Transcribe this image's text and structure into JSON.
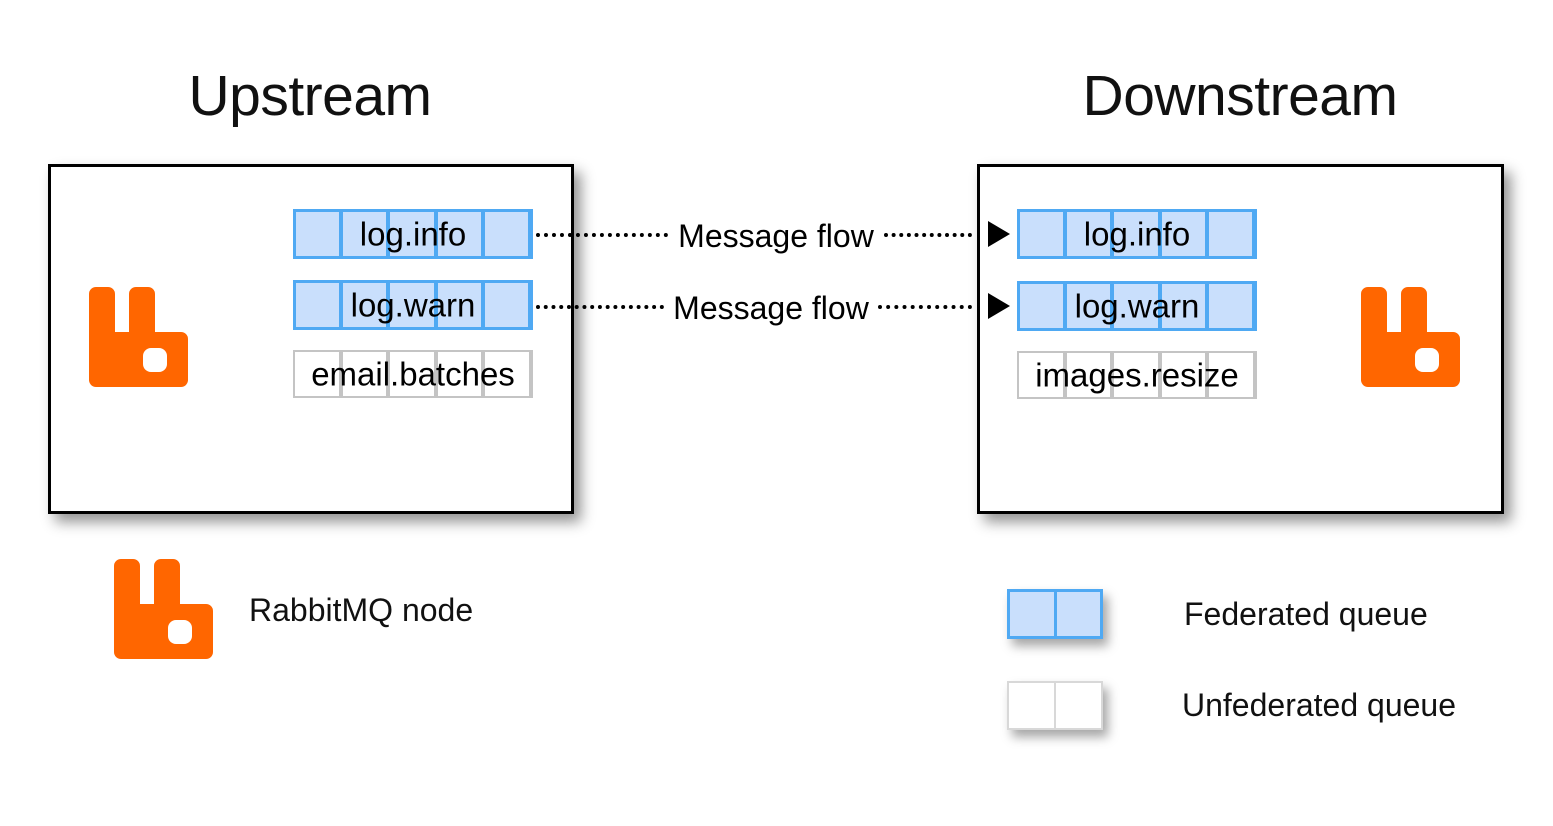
{
  "titles": {
    "upstream": "Upstream",
    "downstream": "Downstream"
  },
  "colors": {
    "rabbitmq_orange": "#FF6600",
    "federated_fill": "#C9DFFC",
    "federated_border": "#4FA9F3",
    "unfederated_fill": "#FFFFFF",
    "unfederated_border": "#C4C4C4",
    "node_box_border": "#000000",
    "text": "#000000"
  },
  "upstream_node": {
    "icon": "rabbitmq-logo-icon",
    "queues": [
      {
        "label": "log.info",
        "federated": true,
        "cells": 5
      },
      {
        "label": "log.warn",
        "federated": true,
        "cells": 5
      },
      {
        "label": "email.batches",
        "federated": false,
        "cells": 5
      }
    ]
  },
  "downstream_node": {
    "icon": "rabbitmq-logo-icon",
    "queues": [
      {
        "label": "log.info",
        "federated": true,
        "cells": 5
      },
      {
        "label": "log.warn",
        "federated": true,
        "cells": 5
      },
      {
        "label": "images.resize",
        "federated": false,
        "cells": 5
      }
    ]
  },
  "flows": [
    {
      "label": "Message flow",
      "from": "log.info",
      "to": "log.info",
      "direction": "left-to-right",
      "style": "dotted",
      "arrowhead": "right-triangle"
    },
    {
      "label": "Message flow",
      "from": "log.warn",
      "to": "log.warn",
      "direction": "left-to-right",
      "style": "dotted",
      "arrowhead": "right-triangle"
    }
  ],
  "legend": {
    "items": [
      {
        "label": "RabbitMQ node",
        "swatch": "rabbitmq-logo-icon"
      },
      {
        "label": "Federated queue",
        "swatch": "federated-queue-swatch",
        "cells": 2
      },
      {
        "label": "Unfederated queue",
        "swatch": "unfederated-queue-swatch",
        "cells": 2
      }
    ]
  }
}
